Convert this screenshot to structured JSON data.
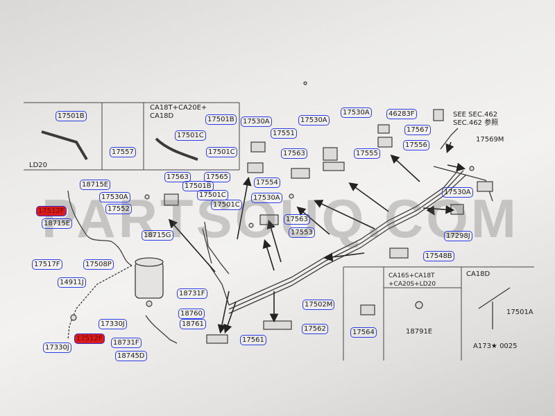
{
  "watermark": "PARTSOUQ.COM",
  "panels": {
    "ld20": "LD20",
    "ca18t_header": "CA18T+CA20E+\nCA18D",
    "see_sec": "SEE SEC.462\nSEC.462 参照",
    "ca16s_header": "CA16S+CA18T\n+CA20S+LD20",
    "ca18d_header": "CA18D",
    "diagram_code": "A173★ 0025"
  },
  "callouts": [
    "17501B",
    "17557",
    "17501B",
    "17501C",
    "17501C",
    "17530A",
    "17551",
    "17530A",
    "17530A",
    "17555",
    "46283F",
    "17567",
    "17556",
    "17563",
    "17565",
    "17501B",
    "18715E",
    "17530A",
    "17501C",
    "17501C",
    "17552",
    "17563",
    "17554",
    "17530A",
    "17563",
    "17553",
    "17298J",
    "17530A",
    "17548B",
    "18715E",
    "18715G",
    "17517F",
    "17508P",
    "14911J",
    "18731F",
    "18760",
    "18761",
    "17330J",
    "17330J",
    "18731F",
    "18745D",
    "17561",
    "17562",
    "17502M",
    "17564"
  ],
  "highlighted": [
    "17512F",
    "17512F"
  ],
  "plain_labels": {
    "p17569m": "17569M",
    "p18791e": "18791E",
    "p17501a": "17501A"
  }
}
